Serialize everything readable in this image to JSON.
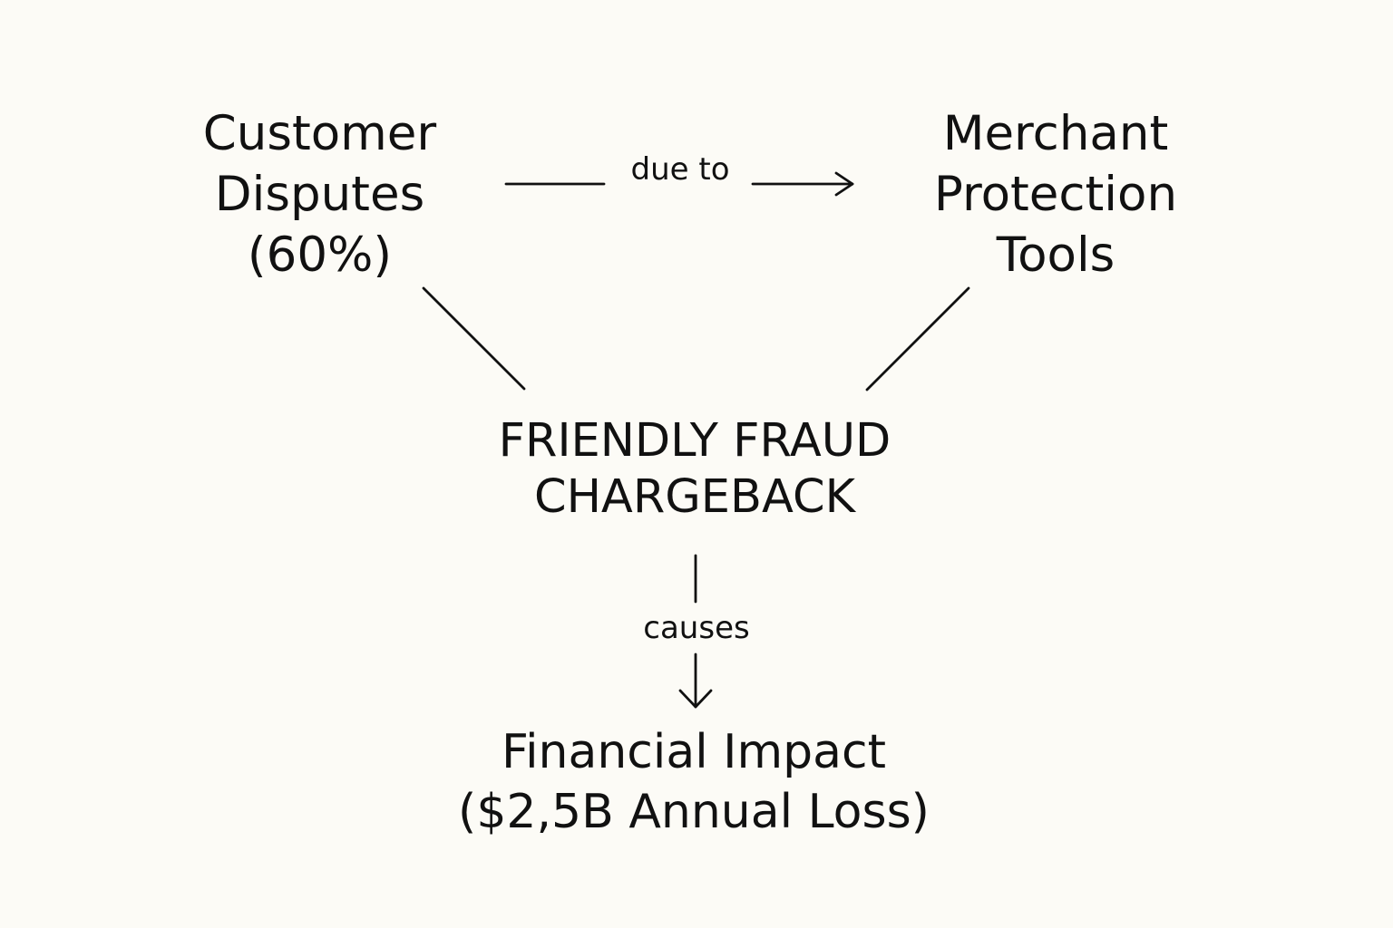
{
  "diagram": {
    "nodes": {
      "customer_disputes": {
        "lines": [
          "Customer",
          "Disputes",
          "(60%)"
        ]
      },
      "merchant_protection": {
        "lines": [
          "Merchant",
          "Protection",
          "Tools"
        ]
      },
      "friendly_fraud": {
        "lines": [
          "FRIENDLY FRAUD",
          "CHARGEBACK"
        ]
      },
      "financial_impact": {
        "lines": [
          "Financial Impact",
          "($2,5B Annual Loss)"
        ]
      }
    },
    "edges": [
      {
        "from": "customer_disputes",
        "to": "merchant_protection",
        "label": "due to",
        "arrow": true
      },
      {
        "from": "customer_disputes",
        "to": "friendly_fraud",
        "label": "",
        "arrow": false
      },
      {
        "from": "merchant_protection",
        "to": "friendly_fraud",
        "label": "",
        "arrow": false
      },
      {
        "from": "friendly_fraud",
        "to": "financial_impact",
        "label": "causes",
        "arrow": true
      }
    ],
    "colors": {
      "background": "#fcfbf6",
      "text": "#111111",
      "stroke": "#111111"
    }
  }
}
